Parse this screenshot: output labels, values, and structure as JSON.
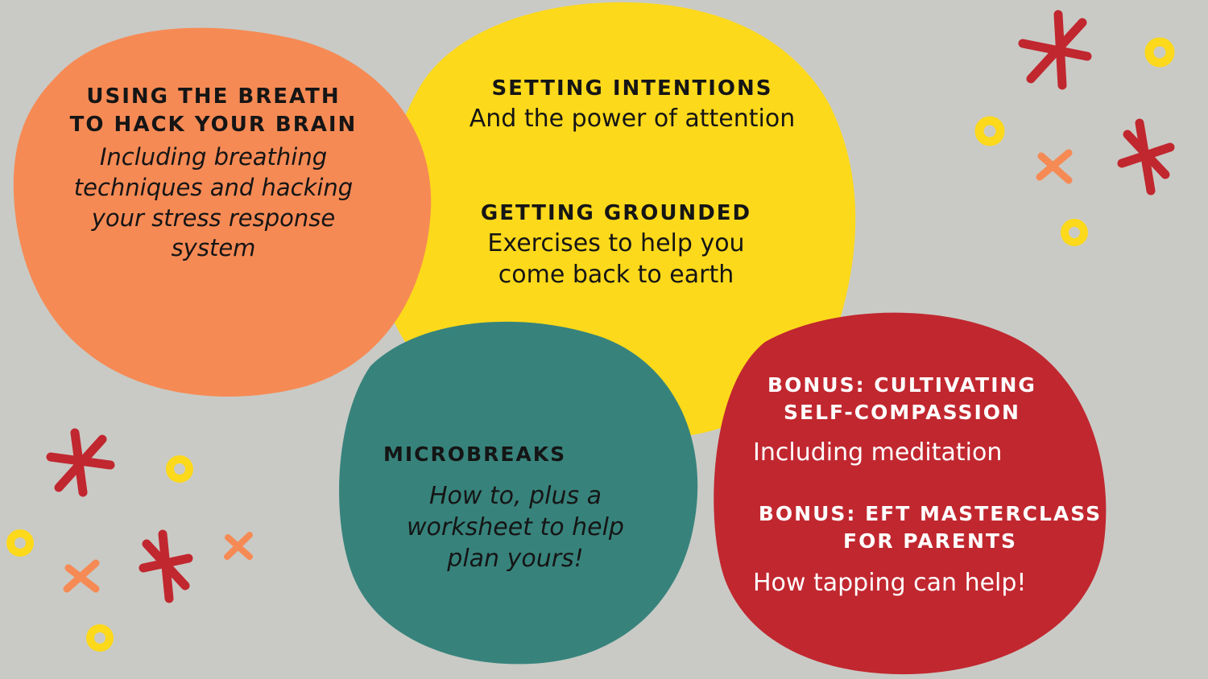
{
  "colors": {
    "background": "#c9cac5",
    "orange": "#f68a55",
    "yellow": "#fdd91b",
    "teal": "#37837c",
    "red": "#c1272f"
  },
  "icons": {
    "asterisk": "red-asterisk-icon",
    "cross": "orange-cross-icon",
    "ring": "yellow-ring-icon"
  },
  "sections": {
    "breath": {
      "heading_line1": "USING THE BREATH",
      "heading_line2": "TO HACK YOUR BRAIN",
      "description_line1": "Including breathing",
      "description_line2": "techniques and hacking",
      "description_line3": "your stress response",
      "description_line4": "system"
    },
    "intentions": {
      "heading": "SETTING INTENTIONS",
      "description": "And the power of attention"
    },
    "grounded": {
      "heading": "GETTING GROUNDED",
      "description_line1": "Exercises to help you",
      "description_line2": "come back to earth"
    },
    "microbreaks": {
      "heading": "MICROBREAKS",
      "description_line1": "How to, plus a",
      "description_line2": "worksheet to help",
      "description_line3": "plan yours!"
    },
    "compassion": {
      "heading_line1": "BONUS: CULTIVATING",
      "heading_line2": "SELF-COMPASSION",
      "description": "Including meditation"
    },
    "eft": {
      "heading_line1": "BONUS: EFT MASTERCLASS",
      "heading_line2": "FOR PARENTS",
      "description": "How tapping can help!"
    }
  }
}
